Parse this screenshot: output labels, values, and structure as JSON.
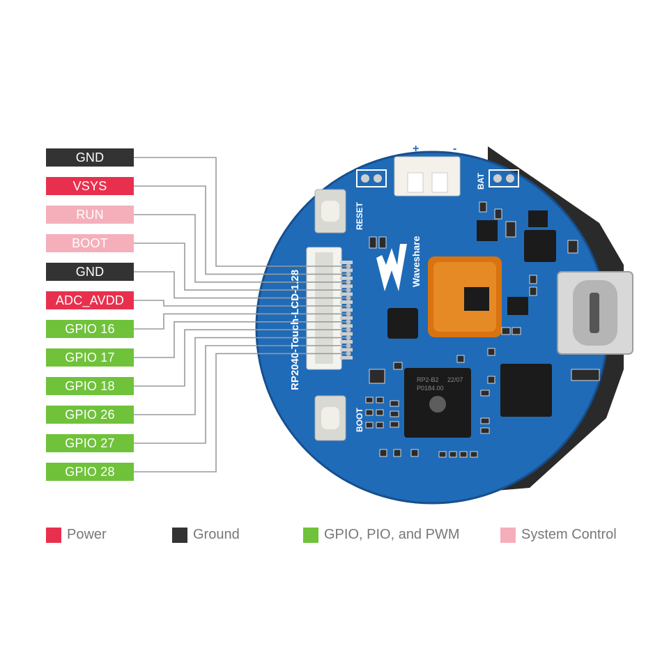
{
  "colors": {
    "power": "#e8304e",
    "ground": "#333333",
    "gpio": "#6fc23a",
    "system": "#f4afbb",
    "board": "#1f6bb8",
    "board_dark": "#174f8c",
    "wire": "#9a9a9a"
  },
  "pins": [
    {
      "label": "GND",
      "type": "ground"
    },
    {
      "label": "VSYS",
      "type": "power"
    },
    {
      "label": "RUN",
      "type": "system"
    },
    {
      "label": "BOOT",
      "type": "system"
    },
    {
      "label": "GND",
      "type": "ground"
    },
    {
      "label": "ADC_AVDD",
      "type": "power"
    },
    {
      "label": "GPIO 16",
      "type": "gpio"
    },
    {
      "label": "GPIO 17",
      "type": "gpio"
    },
    {
      "label": "GPIO 18",
      "type": "gpio"
    },
    {
      "label": "GPIO 26",
      "type": "gpio"
    },
    {
      "label": "GPIO 27",
      "type": "gpio"
    },
    {
      "label": "GPIO 28",
      "type": "gpio"
    }
  ],
  "legend": [
    {
      "label": "Power",
      "type": "power"
    },
    {
      "label": "Ground",
      "type": "ground"
    },
    {
      "label": "GPIO, PIO, and PWM",
      "type": "gpio"
    },
    {
      "label": "System Control",
      "type": "system"
    }
  ],
  "board": {
    "model_text": "RP2040-Touch-LCD-1.28",
    "brand_text": "Waveshare",
    "reset_label": "RESET",
    "boot_label": "BOOT",
    "bat_label": "BAT",
    "plus_label": "+",
    "minus_label": "-",
    "chip_text_1": "RP2-B2",
    "chip_text_2": "P0184.00",
    "chip_text_3": "22/07"
  }
}
